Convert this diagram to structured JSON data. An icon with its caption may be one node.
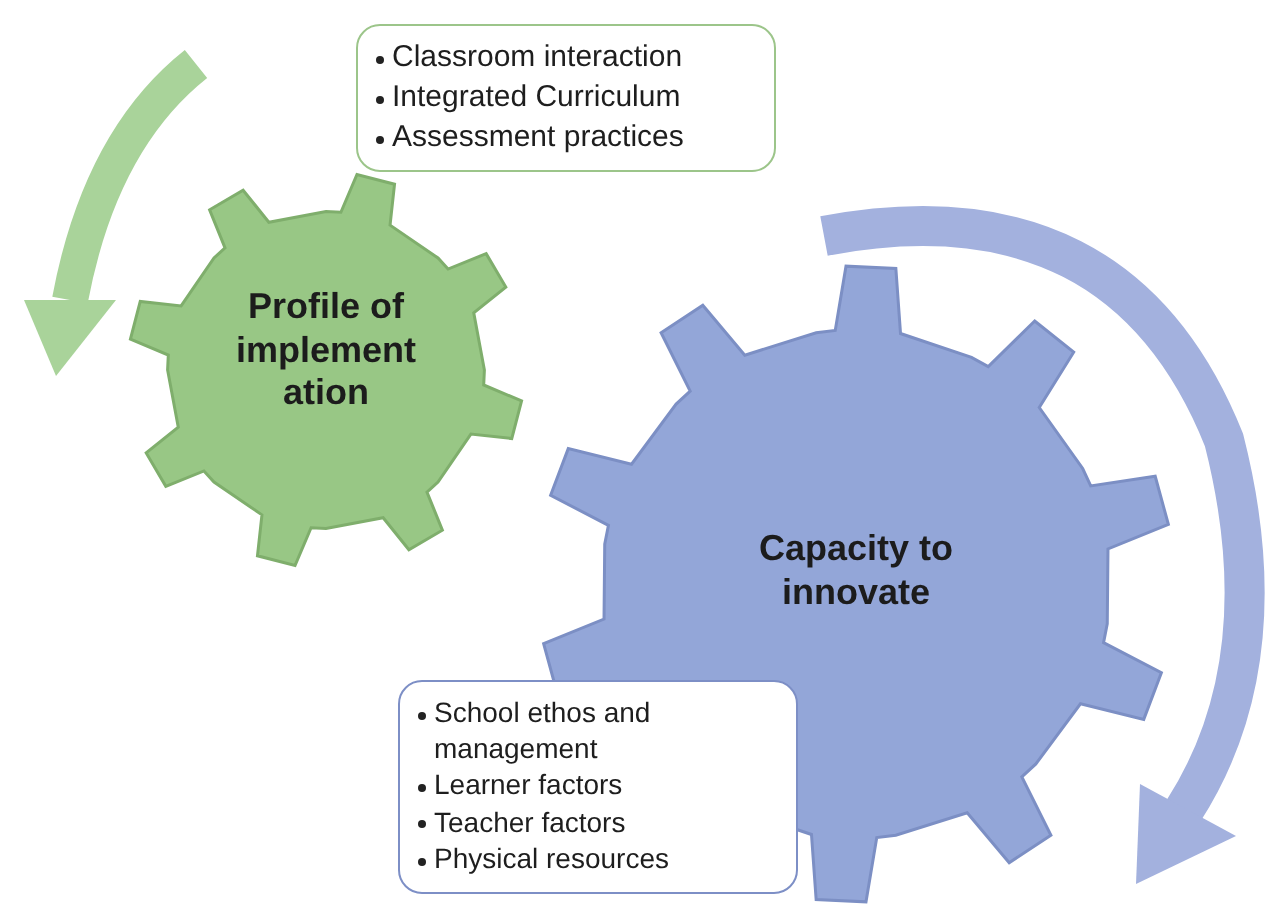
{
  "diagram": {
    "nodes": [
      {
        "text": [
          "Profile of implement ation"
        ]
      },
      {
        "text": [
          "Classroom interaction",
          "Integrated Curriculum",
          "Assessment practices"
        ]
      },
      {
        "text": [
          "Capacity to innovate"
        ]
      },
      {
        "text": [
          "School ethos and management",
          "Learner factors",
          "Teacher factors",
          "Physical resources"
        ]
      }
    ]
  }
}
